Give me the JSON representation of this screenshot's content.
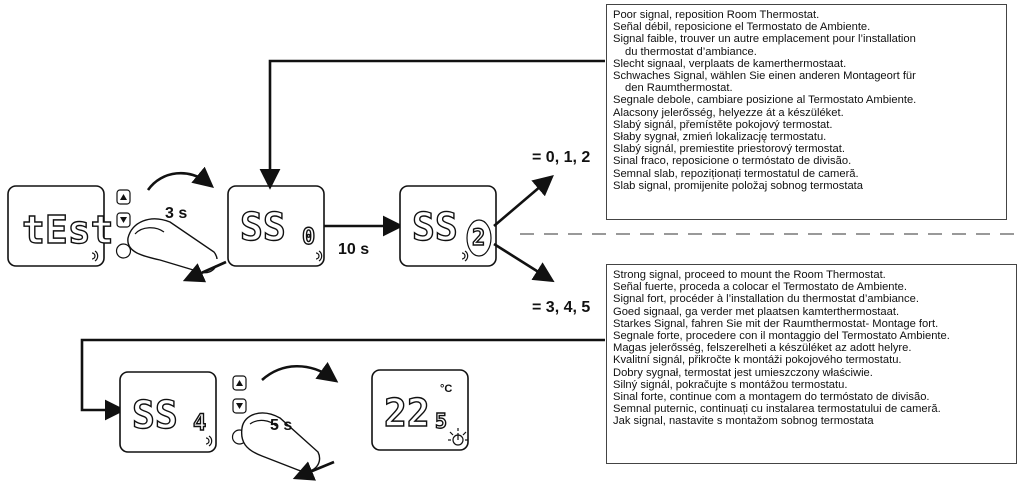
{
  "displays": {
    "test": {
      "main": "tEst",
      "small": ""
    },
    "ss0": {
      "main": "SS",
      "digit": "0"
    },
    "ss2": {
      "main": "SS",
      "digit": "2"
    },
    "ss4": {
      "main": "SS",
      "digit": "4"
    },
    "temp": {
      "main": "22",
      "decimal": "5",
      "unit": "°C"
    }
  },
  "labels": {
    "press_3s": "3 s",
    "wait_10s": "10 s",
    "press_5s": "5 s",
    "weak_values": "= 0, 1, 2",
    "strong_values": "= 3, 4, 5"
  },
  "weak_messages": [
    "Poor signal, reposition Room Thermostat.",
    "Señal débil, reposicione el Termostato de Ambiente.",
    "Signal faible, trouver un autre emplacement pour l’installation",
    "du thermostat d’ambiance.",
    "Slecht signaal, verplaats de kamerthermostaat.",
    "Schwaches Signal, wählen Sie einen anderen Montageort für",
    "den Raumthermostat.",
    "Segnale debole, cambiare posizione al Termostato Ambiente.",
    "Alacsony jelerősség, helyezze át a készüléket.",
    "Slabý signál, přemístěte pokojový termostat.",
    "Słaby sygnał, zmień lokalizację termostatu.",
    "Slabý signál, premiestite priestorový termostat.",
    "Sinal fraco, reposicione o termóstato de divisão.",
    "Semnal slab, repoziționați termostatul de cameră.",
    "Slab signal, promijenite položaj sobnog termostata"
  ],
  "strong_messages": [
    "Strong signal, proceed to mount the Room Thermostat.",
    "Señal fuerte, proceda a colocar el Termostato de Ambiente.",
    "Signal fort, procéder à l’installation du thermostat d’ambiance.",
    "Goed signaal, ga verder met plaatsen kamterthermostaat.",
    "Starkes Signal, fahren Sie mit der Raumthermostat- Montage fort.",
    "Segnale forte, procedere con il montaggio del Termostato Ambiente.",
    "Magas jelerősség, felszerelheti a készüléket az adott helyre.",
    "Kvalitní signál, přikročte k montáži pokojového termostatu.",
    "Dobry sygnał, termostat jest umieszczony właściwie.",
    "Silný signál, pokračujte s montážou termostatu.",
    "Sinal forte, continue com a montagem do termóstato de divisão.",
    "Semnal puternic, continuați cu instalarea termostatului de cameră.",
    "Jak signal, nastavite s montažom sobnog termostata"
  ]
}
